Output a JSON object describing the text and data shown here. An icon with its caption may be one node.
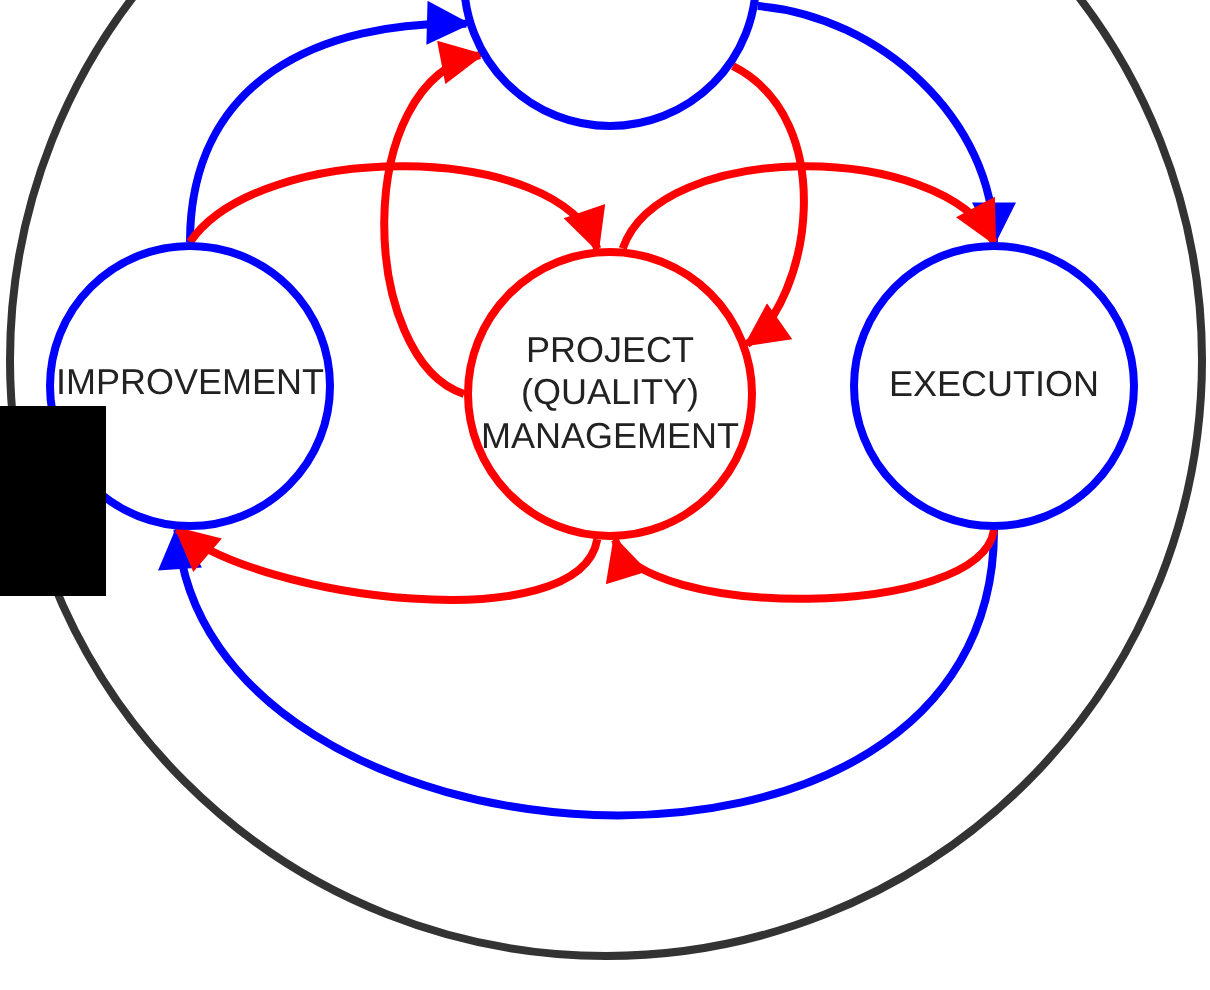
{
  "diagram": {
    "nodes": [
      {
        "text": [],
        "shape": "circle"
      },
      {
        "text": [],
        "shape": "circle",
        "in": 0
      },
      {
        "text": [
          "IMPROVEMENT"
        ],
        "in": 0
      },
      {
        "text": [
          "PROJECT (QUALITY) MANAGEMENT"
        ],
        "in": 0
      },
      {
        "text": [
          "EXECUTION"
        ],
        "in": 0
      }
    ],
    "edges": [
      {
        "from": 2,
        "to": 1,
        "arrow": "to",
        "color": "#0000ff"
      },
      {
        "from": 1,
        "to": 4,
        "arrow": "to",
        "color": "#0000ff"
      },
      {
        "from": 4,
        "to": 2,
        "arrow": "to",
        "color": "#0000ff"
      },
      {
        "from": 3,
        "to": 1,
        "arrow": "to"
      },
      {
        "from": 1,
        "to": 3,
        "arrow": "to"
      },
      {
        "from": 2,
        "to": 3,
        "arrow": "to"
      },
      {
        "from": 3,
        "to": 4,
        "arrow": "to"
      },
      {
        "from": 3,
        "to": 2,
        "arrow": "to"
      },
      {
        "from": 4,
        "to": 3,
        "arrow": "to"
      }
    ]
  }
}
